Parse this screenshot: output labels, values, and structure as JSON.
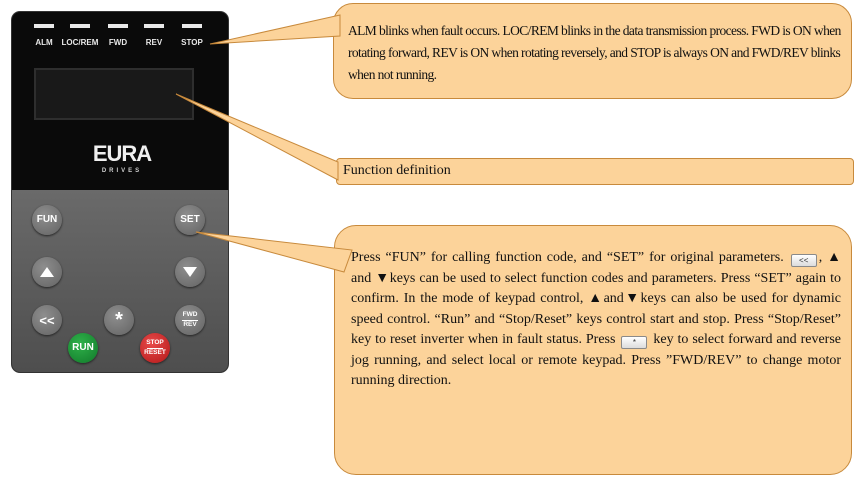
{
  "keypad": {
    "leds": [
      "ALM",
      "LOC/REM",
      "FWD",
      "REV",
      "STOP"
    ],
    "logo": "EURA",
    "logo_sub": "DRIVES",
    "buttons": {
      "fun": "FUN",
      "set": "SET",
      "left": "<<",
      "star": "*",
      "fwd_rev_top": "FWD",
      "fwd_rev_bottom": "REV",
      "run": "RUN",
      "stop_top": "STOP",
      "stop_bottom": "RESET"
    }
  },
  "callouts": {
    "leds_text": "ALM blinks when fault occurs. LOC/REM blinks in the data transmission process. FWD is ON when rotating forward, REV is ON when rotating reversely, and STOP is always ON and FWD/REV blinks when not running.",
    "display_text": "Function definition",
    "keys_text": {
      "part1": "Press “FUN” for calling function code, and “SET” for original parameters.",
      "part2": ", ▲ and ▼keys can be used to select function codes and parameters. Press “SET” again to confirm. In the mode of keypad control, ▲and▼keys can also be used for dynamic speed control. “Run” and “Stop/Reset” keys control start and stop. Press “Stop/Reset” key to reset inverter when in fault status. Press",
      "part3": "key to select forward and reverse jog running, and select local or remote keypad. Press ”FWD/REV” to change motor running direction.",
      "key_left_glyph": "<<",
      "key_star_glyph": "*"
    }
  },
  "colors": {
    "callout_fill": "#fcd39a",
    "callout_border": "#c88a3c",
    "run_button": "#1f9a3a",
    "stop_button": "#d02a2a"
  }
}
